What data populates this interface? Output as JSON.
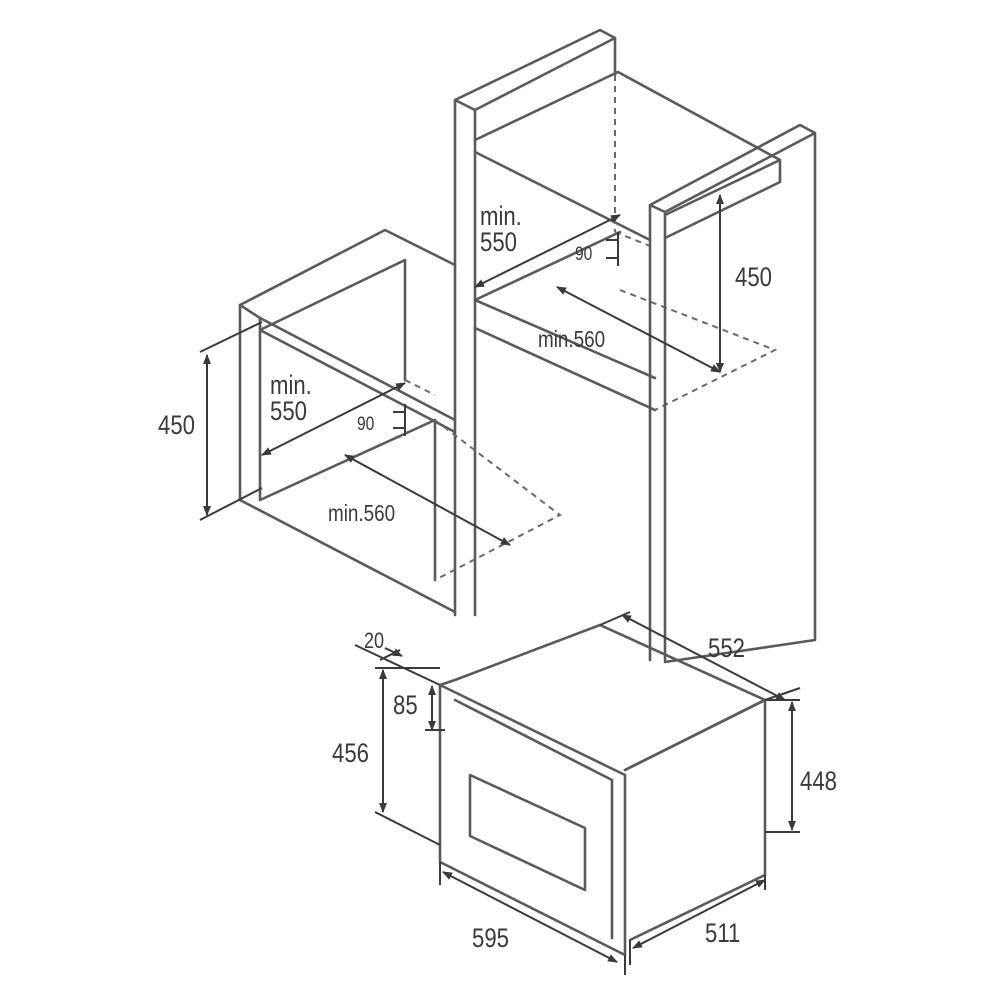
{
  "colors": {
    "line": "#5a5a5a",
    "dimension": "#3a3a3a",
    "background": "#ffffff"
  },
  "upper_niche": {
    "depth_label": "min.\n550",
    "gap_label": "90",
    "width_label": "min.560",
    "height_label": "450"
  },
  "lower_niche": {
    "depth_label": "min.\n550",
    "gap_label": "90",
    "width_label": "min.560",
    "height_label": "450"
  },
  "appliance": {
    "frame_offset": "20",
    "panel_height": "85",
    "front_height": "456",
    "front_width": "595",
    "body_depth": "552",
    "body_height": "448",
    "body_width": "511"
  }
}
